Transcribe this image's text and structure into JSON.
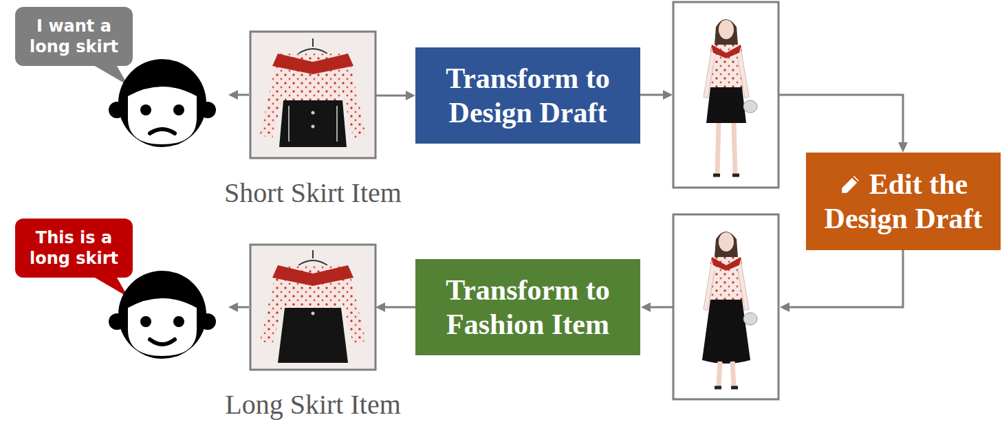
{
  "diagram": {
    "nodes": [
      {
        "text": [
          "I want a long skirt"
        ]
      },
      {
        "text": [
          "Short Skirt Item"
        ]
      },
      {
        "text": [
          "Transform to Design Draft"
        ]
      },
      {
        "text": [
          "Edit the Design Draft"
        ]
      },
      {
        "text": [
          "This is a long skirt"
        ]
      },
      {
        "text": [
          "Long Skirt Item"
        ]
      },
      {
        "text": [
          "Transform to Fashion Item"
        ]
      }
    ],
    "edges": [
      {
        "from": 1,
        "to": 2,
        "arrow": "to"
      },
      {
        "from": 6,
        "to": 5,
        "arrow": "to"
      }
    ]
  }
}
